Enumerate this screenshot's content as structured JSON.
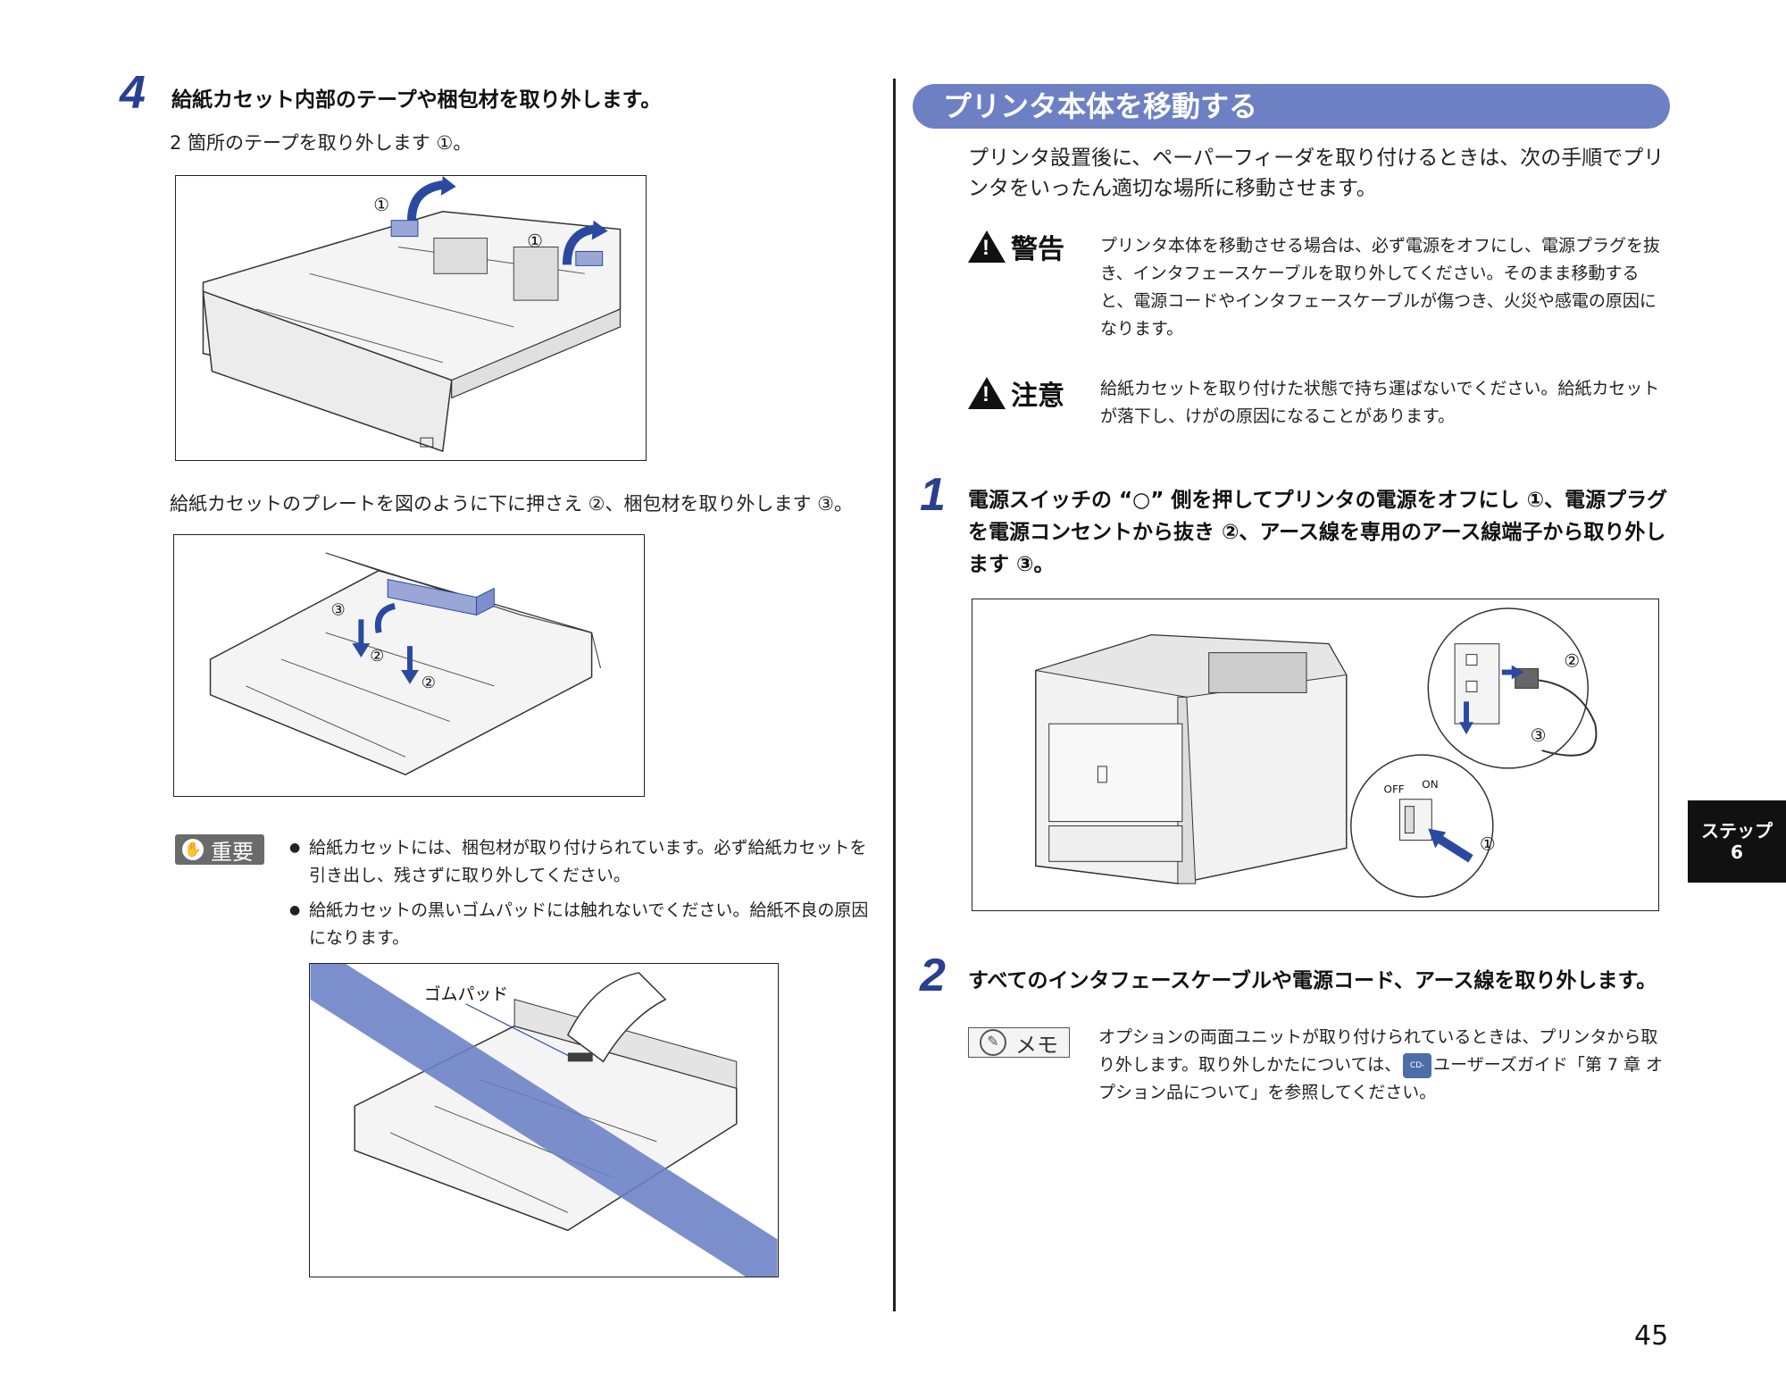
{
  "left": {
    "step4": {
      "num": "4",
      "title": "給紙カセット内部のテープや梱包材を取り外します。",
      "text1": "2 箇所のテープを取り外します ①。",
      "text2": "給紙カセットのプレートを図のように下に押さえ ②、梱包材を取り外します ③。"
    },
    "important": {
      "label": "重要",
      "bullets": [
        "給紙カセットには、梱包材が取り付けられています。必ず給紙カセットを引き出し、残さずに取り外してください。",
        "給紙カセットの黒いゴムパッドには触れないでください。給紙不良の原因になります。"
      ]
    },
    "fig1": {
      "callout1a": "①",
      "callout1b": "①"
    },
    "fig2": {
      "callout3": "③",
      "callout2a": "②",
      "callout2b": "②"
    },
    "fig3": {
      "label": "ゴムパッド"
    }
  },
  "right": {
    "section_title": "プリンタ本体を移動する",
    "intro": "プリンタ設置後に、ペーパーフィーダを取り付けるときは、次の手順でプリンタをいったん適切な場所に移動させます。",
    "warning": {
      "label": "警告",
      "text": "プリンタ本体を移動させる場合は、必ず電源をオフにし、電源プラグを抜き、インタフェースケーブルを取り外してください。そのまま移動すると、電源コードやインタフェースケーブルが傷つき、火災や感電の原因になります。"
    },
    "caution": {
      "label": "注意",
      "text": "給紙カセットを取り付けた状態で持ち運ばないでください。給紙カセットが落下し、けがの原因になることがあります。"
    },
    "step1": {
      "num": "1",
      "title": "電源スイッチの “○” 側を押してプリンタの電源をオフにし ①、電源プラグを電源コンセントから抜き ②、アース線を専用のアース線端子から取り外します ③。"
    },
    "fig4": {
      "off": "OFF",
      "on": "ON",
      "c1": "①",
      "c2": "②",
      "c3": "③"
    },
    "step2": {
      "num": "2",
      "title": "すべてのインタフェースケーブルや電源コード、アース線を取り外します。"
    },
    "memo": {
      "label": "メモ",
      "text_before": "オプションの両面ユニットが取り付けられているときは、プリンタから取り外します。取り外しかたについては、",
      "cd_label": "CD-ROM",
      "text_after": "ユーザーズガイド「第 7 章 オプション品について」を参照してください。"
    }
  },
  "side_tab": {
    "line1": "ステップ",
    "line2": "6"
  },
  "page_number": "45",
  "colors": {
    "accent": "#6e80c4",
    "callout_blue": "#2a4aa0",
    "band": "#6a7fc6"
  }
}
